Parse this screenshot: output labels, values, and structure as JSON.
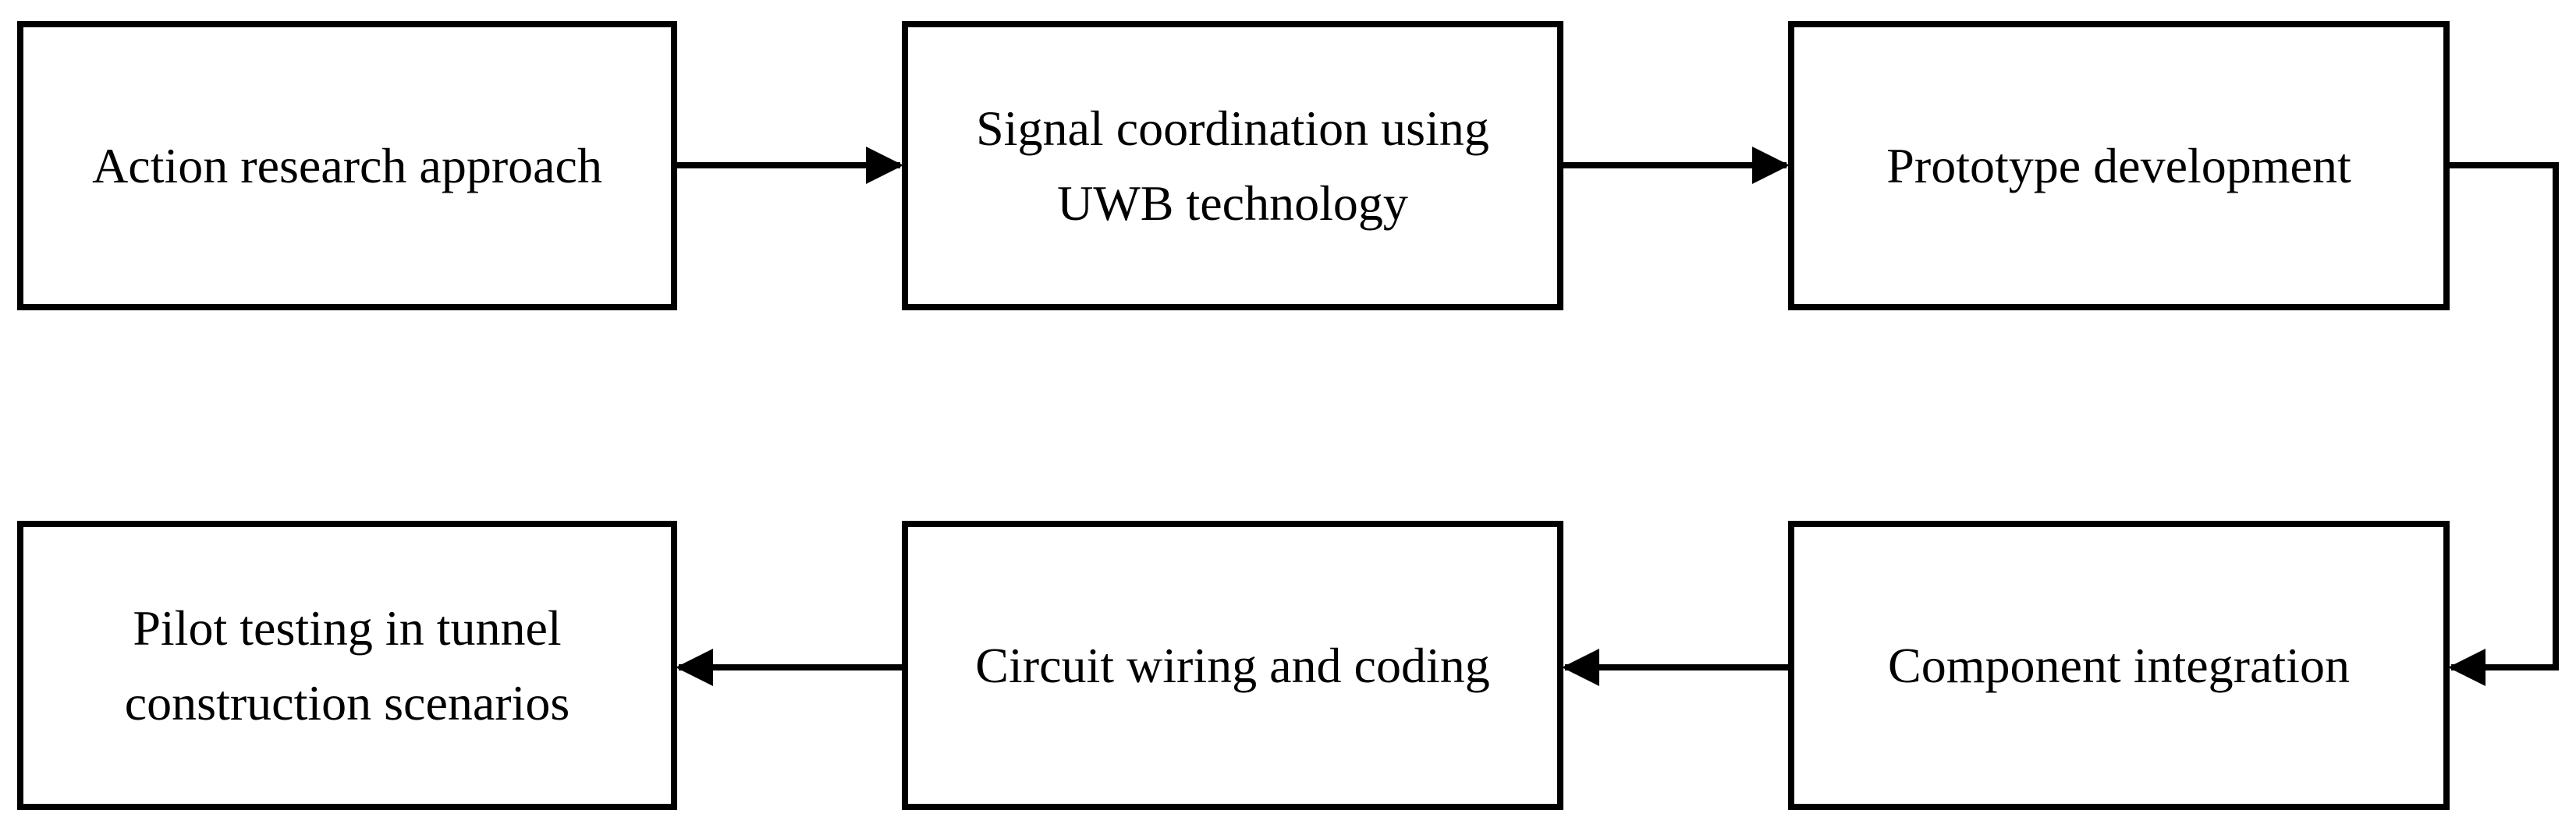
{
  "diagram": {
    "type": "flowchart",
    "line_color": "#000000",
    "box_border_color": "#000000",
    "background_color": "#ffffff",
    "steps": [
      {
        "id": "step-1",
        "label": "Action research approach"
      },
      {
        "id": "step-2",
        "label": "Signal coordination using UWB technology"
      },
      {
        "id": "step-3",
        "label": "Prototype development"
      },
      {
        "id": "step-4",
        "label": "Component integration"
      },
      {
        "id": "step-5",
        "label": "Circuit wiring and coding"
      },
      {
        "id": "step-6",
        "label": "Pilot testing in tunnel construction scenarios"
      }
    ],
    "connections": [
      {
        "from": "step-1",
        "to": "step-2"
      },
      {
        "from": "step-2",
        "to": "step-3"
      },
      {
        "from": "step-3",
        "to": "step-4"
      },
      {
        "from": "step-4",
        "to": "step-5"
      },
      {
        "from": "step-5",
        "to": "step-6"
      }
    ]
  }
}
